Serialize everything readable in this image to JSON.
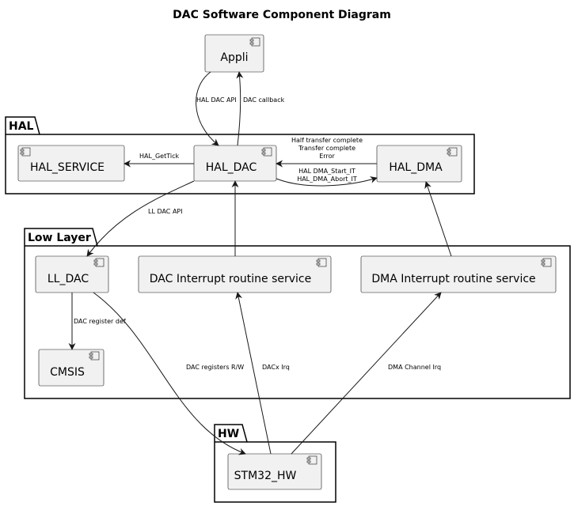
{
  "title": "DAC Software Component Diagram",
  "packages": {
    "hal": "HAL",
    "low_layer": "Low Layer",
    "hw": "HW"
  },
  "components": {
    "appli": "Appli",
    "hal_service": "HAL_SERVICE",
    "hal_dac": "HAL_DAC",
    "hal_dma": "HAL_DMA",
    "ll_dac": "LL_DAC",
    "dac_irq_service": "DAC Interrupt routine service",
    "dma_irq_service": "DMA Interrupt routine service",
    "cmsis": "CMSIS",
    "stm32_hw": "STM32_HW"
  },
  "edges": {
    "hal_dac_api": "HAL DAC API",
    "dac_callback": "DAC callback",
    "hal_gettick": "HAL_GetTick",
    "dma_cb_1": "Half transfer complete",
    "dma_cb_2": "Transfer complete",
    "dma_cb_3": "Error",
    "dma_start": "HAL DMA_Start_IT",
    "dma_abort": "HAL_DMA_Abort_IT",
    "ll_dac_api": "LL DAC API",
    "dac_register_def": "DAC register def",
    "dac_registers_rw": "DAC registers R/W",
    "dacx_irq": "DACx Irq",
    "dma_channel_irq": "DMA Channel Irq"
  }
}
